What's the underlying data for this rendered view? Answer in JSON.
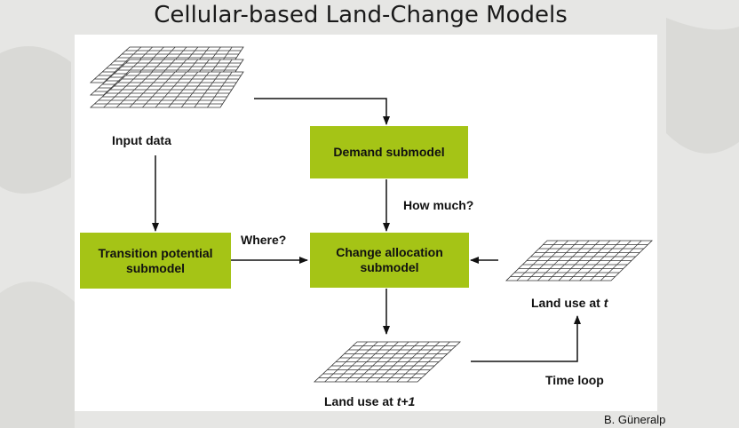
{
  "title": "Cellular-based Land-Change Models",
  "credit": "B. Güneralp",
  "colors": {
    "box_fill": "#a5c416",
    "arrow": "#111111",
    "panel": "#ffffff"
  },
  "labels": {
    "input_data": "Input data",
    "where": "Where?",
    "how_much": "How much?",
    "land_use_t_prefix": "Land use at ",
    "land_use_t_var": "t",
    "land_use_t1_prefix": "Land use at ",
    "land_use_t1_var": "t+1",
    "time_loop": "Time loop"
  },
  "boxes": {
    "demand": "Demand submodel",
    "transition": "Transition potential submodel",
    "allocation": "Change allocation submodel"
  }
}
